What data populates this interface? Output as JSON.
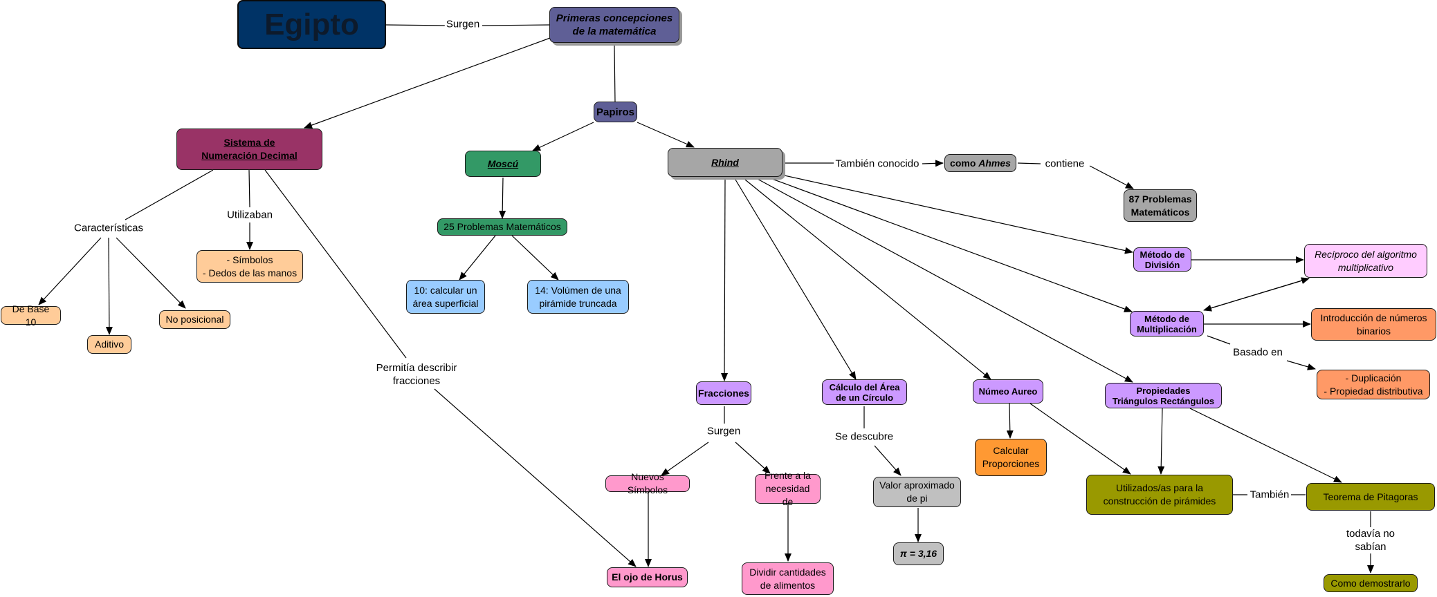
{
  "nodes": {
    "egipto": "Egipto",
    "primeras": "Primeras concepciones\nde la matemática",
    "papiros": "Papiros",
    "sistema": "Sistema de \nNumeración Decimal",
    "moscu": "Moscú",
    "problemas25": "25 Problemas Matemáticos",
    "calc_area": "10: calcular un\nárea superficial",
    "volumen": "14: Volúmen de una\npirámide truncada",
    "rhind": "Rhind",
    "ahmes_prefix": "como ",
    "ahmes_name": "Ahmes",
    "problemas87": "87 Problemas\nMatemáticos",
    "simbolos": "- Símbolos\n- Dedos de las manos",
    "base10": "De Base 10",
    "aditivo": "Aditivo",
    "no_posicional": "No posicional",
    "metodo_division": "Método de\nDivisión",
    "reciproco": "Recíproco del algoritmo\nmultiplicativo",
    "metodo_multiplicacion": "Método de\nMultiplicación",
    "binarios": "Introducción de números\nbinarios",
    "duplicacion": "- Duplicación\n- Propiedad distributiva",
    "fracciones": "Fracciones",
    "calculo_circulo": "Cálculo del Área\nde un Círculo",
    "numero_aureo": "Númeo Aureo",
    "triangulos": "Propiedades\nTriángulos Rectángulos",
    "nuevos_simbolos": "Nuevos Símbolos",
    "frente": "Frente a la\nnecesidad de",
    "ojo_horus": "El ojo de Horus",
    "dividir": "Dividir cantidades\nde alimentos",
    "valor_pi": "Valor aproximado\nde pi",
    "pi_value": "π = 3,16",
    "proporciones": "Calcular\nProporciones",
    "piramides": "Utilizados/as para la\nconstrucción de pirámides",
    "pitagoras": "Teorema de Pitagoras",
    "demostrarlo": "Como demostrarlo"
  },
  "labels": {
    "surgen_top": "Surgen",
    "tambien_conocido": "También conocido",
    "contiene": "contiene",
    "caracteristicas": "Características",
    "utilizaban": "Utilizaban",
    "permitia": "Permitía describir\nfracciones",
    "surgen_fracciones": "Surgen",
    "se_descubre": "Se descubre",
    "basado_en": "Basado en",
    "tambien": "También",
    "todavia": "todavía no sabían"
  },
  "colors": {
    "navy": "#003366",
    "slate": "#5f5f96",
    "maroon": "#993366",
    "green": "#339966",
    "lightblue": "#99ccff",
    "gray": "#a6a6a6",
    "peach": "#ffcc99",
    "violet": "#cc99ff",
    "pink": "#ff99cc",
    "lightpink": "#ffccff",
    "orange": "#ff9966",
    "amber": "#ff9933",
    "silver": "#c0c0c0",
    "olive": "#999900"
  }
}
